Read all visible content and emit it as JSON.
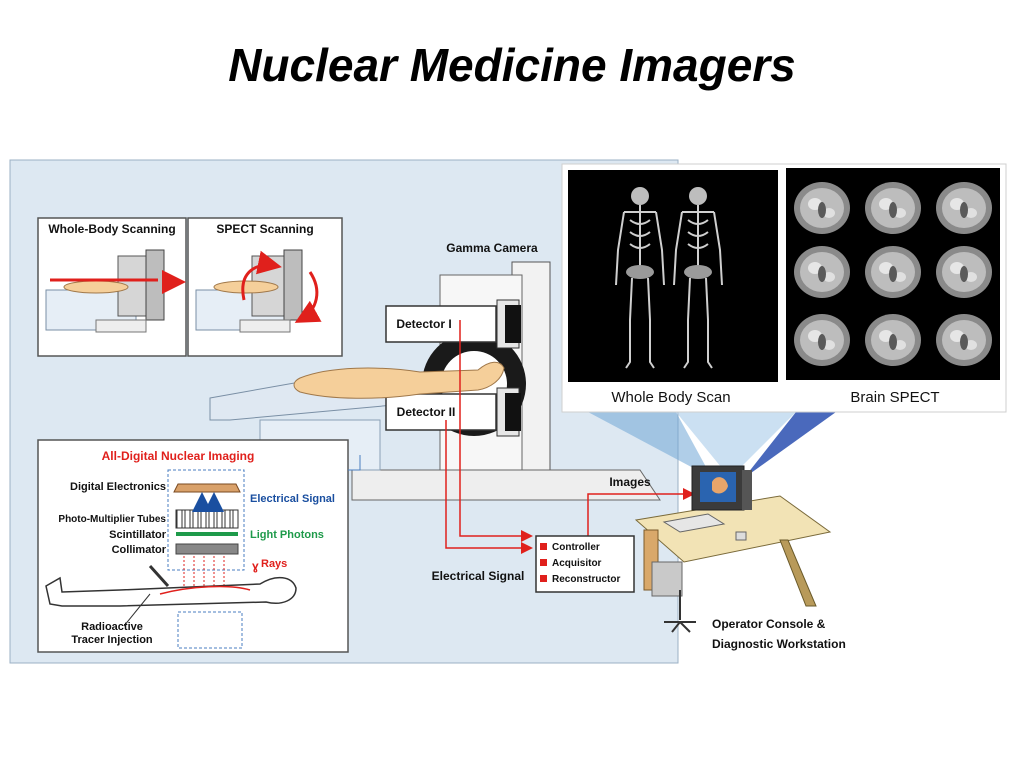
{
  "slide": {
    "title": "Nuclear Medicine Imagers"
  },
  "inset_scanning": {
    "whole_body": "Whole-Body Scanning",
    "spect": "SPECT Scanning"
  },
  "gamma_camera": {
    "label": "Gamma Camera",
    "detector_1": "Detector I",
    "detector_2": "Detector II"
  },
  "digital_imaging": {
    "title": "All-Digital Nuclear Imaging",
    "digital_electronics": "Digital Electronics",
    "pmt": "Photo-Multiplier Tubes",
    "scintillator": "Scintillator",
    "collimator": "Collimator",
    "electrical_signal": "Electrical Signal",
    "light_photons": "Light Photons",
    "rays": "Rays",
    "gamma_symbol": "ɣ",
    "tracer_line1": "Radioactive",
    "tracer_line2": "Tracer Injection"
  },
  "controller_box": {
    "items": [
      "Controller",
      "Acquisitor",
      "Reconstructor"
    ]
  },
  "signals": {
    "electrical_signal": "Electrical Signal",
    "images": "Images"
  },
  "workstation": {
    "line1": "Operator Console &",
    "line2": "Diagnostic Workstation"
  },
  "scan_images": {
    "whole_body": "Whole Body Scan",
    "brain": "Brain SPECT"
  },
  "colors": {
    "panel_bg": "#dde8f2",
    "signal_red": "#e0201c",
    "signal_blue": "#1a4fa0",
    "photon_green": "#1e9a4a",
    "patient_skin": "#f5cf9a",
    "console_tan": "#f2e3b5"
  }
}
